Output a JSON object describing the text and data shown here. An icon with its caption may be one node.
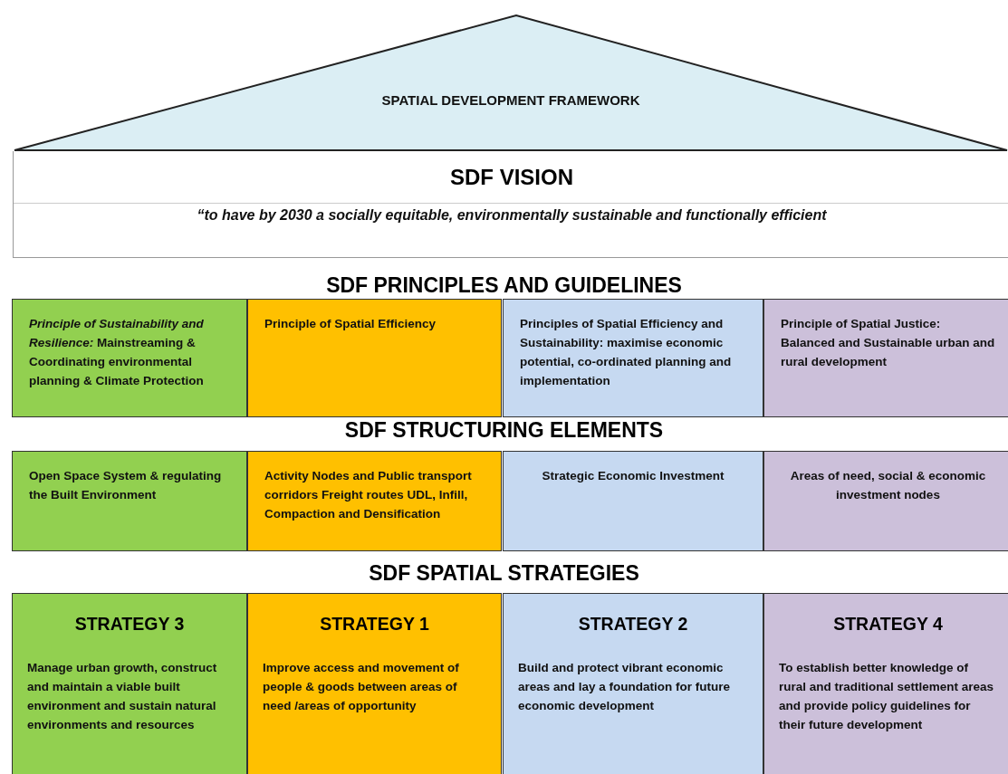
{
  "diagram": {
    "nodes": [
      {
        "text": [
          "SPATIAL DEVELOPMENT FRAMEWORK"
        ]
      },
      {
        "text": [
          "SDF VISION",
          "“to have by 2030 a socially equitable, environmentally sustainable and functionally efficient"
        ]
      },
      {
        "text": [
          "*Principle of Sustainability and Resilience:* Mainstreaming & Coordinating environmental planning & Climate Protection"
        ]
      },
      {
        "text": [
          "Principle of Spatial Efficiency"
        ]
      },
      {
        "text": [
          "Principles of Spatial Efficiency and Sustainability:  maximise economic potential, co-ordinated planning and implementation"
        ]
      },
      {
        "text": [
          "Principle of Spatial Justice: Balanced and Sustainable urban and rural development"
        ]
      },
      {
        "text": [
          "Open Space System & regulating the Built Environment"
        ]
      },
      {
        "text": [
          "Activity Nodes and Public transport corridors Freight routes UDL, Infill, Compaction and Densification"
        ]
      },
      {
        "text": [
          "Strategic Economic Investment"
        ]
      },
      {
        "text": [
          "Areas of need, social & economic investment nodes"
        ]
      },
      {
        "text": [
          "STRATEGY 3",
          "Manage urban growth, construct and maintain a viable built environment and sustain natural environments and resources"
        ]
      },
      {
        "text": [
          "STRATEGY 1",
          "Improve access and movement of people & goods between areas of need /areas of opportunity"
        ]
      },
      {
        "text": [
          "STRATEGY 2",
          "Build and protect vibrant economic areas and lay a foundation for future economic development"
        ]
      },
      {
        "text": [
          "STRATEGY 4",
          "To establish better knowledge of rural and traditional settlement areas and provide policy guidelines for their future development"
        ]
      }
    ],
    "edges": [],
    "labels": [
      "SDF PRINCIPLES AND GUIDELINES",
      "SDF STRUCTURING ELEMENTS",
      "SDF SPATIAL STRATEGIES"
    ]
  }
}
